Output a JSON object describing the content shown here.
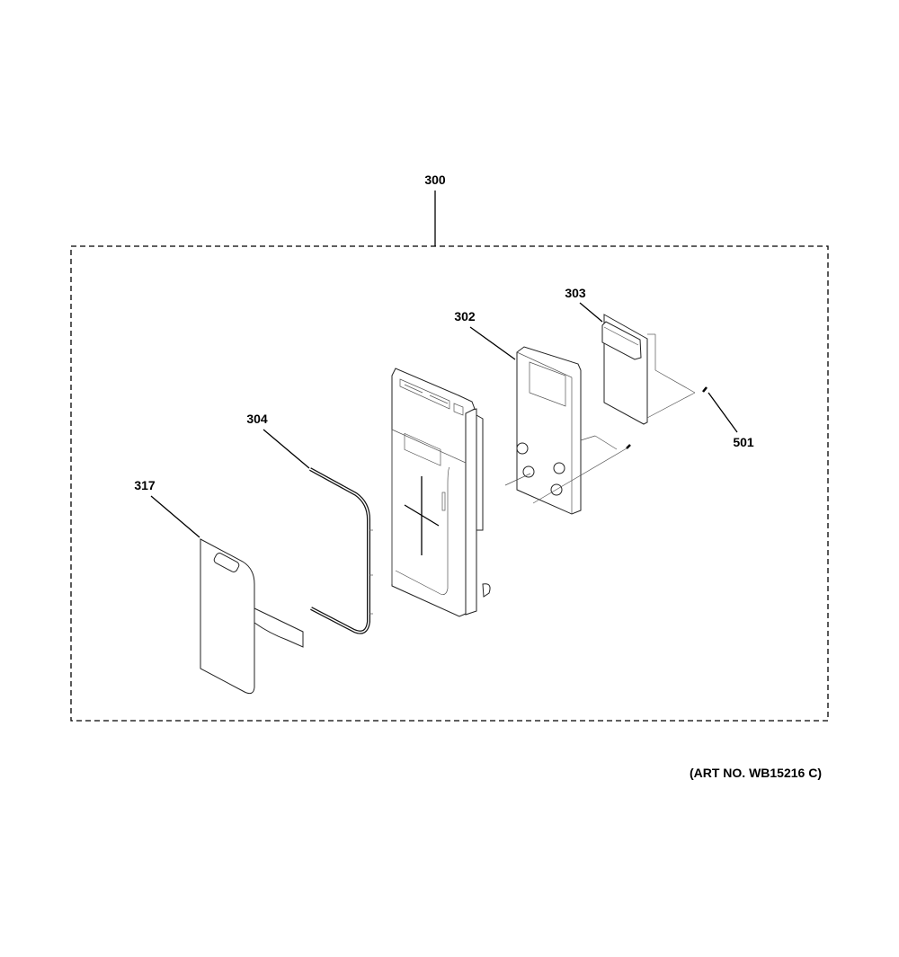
{
  "diagram": {
    "callouts": {
      "assembly": "300",
      "bracket": "302",
      "circuit_board": "303",
      "gasket": "304",
      "touch_panel": "317",
      "screw": "501"
    },
    "art_number": "(ART NO. WB15216 C)"
  }
}
